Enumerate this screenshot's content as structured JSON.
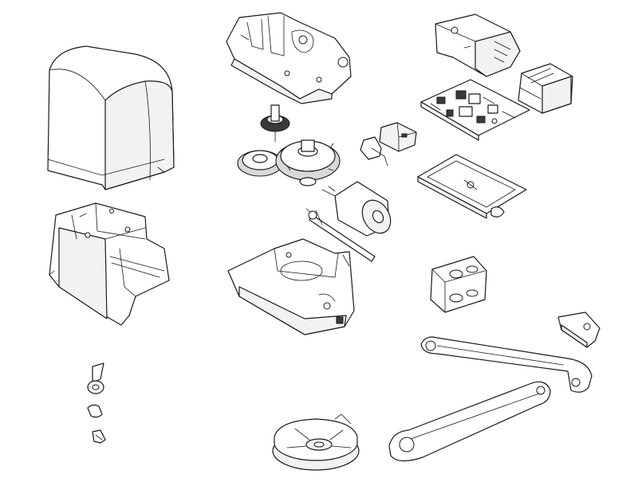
{
  "diagram": {
    "kind": "exploded-parts-view",
    "colors": {
      "line": "#1a1a1a",
      "background": "#ffffff",
      "fill": "#f2f2f2"
    },
    "parts": [
      {
        "id": "cover",
        "icon": "housing-cover-icon"
      },
      {
        "id": "frame",
        "icon": "chassis-frame-icon"
      },
      {
        "id": "upper-gearbox",
        "icon": "upper-gearbox-housing-icon"
      },
      {
        "id": "gears",
        "icon": "gear-set-icon"
      },
      {
        "id": "limit-switch",
        "icon": "limit-switch-icon"
      },
      {
        "id": "motor",
        "icon": "electric-motor-icon"
      },
      {
        "id": "lower-gearbox",
        "icon": "lower-gearbox-housing-icon"
      },
      {
        "id": "card-cover",
        "icon": "control-board-cover-icon"
      },
      {
        "id": "transformer",
        "icon": "transformer-icon"
      },
      {
        "id": "control-board",
        "icon": "control-board-icon"
      },
      {
        "id": "board-bracket",
        "icon": "board-mounting-plate-icon"
      },
      {
        "id": "cable-bracket",
        "icon": "cable-bracket-icon"
      },
      {
        "id": "arm-bracket",
        "icon": "arm-bracket-icon"
      },
      {
        "id": "arm",
        "icon": "articulated-arm-icon"
      },
      {
        "id": "release-key",
        "icon": "release-lever-and-key-icon"
      },
      {
        "id": "base-plate",
        "icon": "round-base-plate-icon"
      }
    ]
  }
}
